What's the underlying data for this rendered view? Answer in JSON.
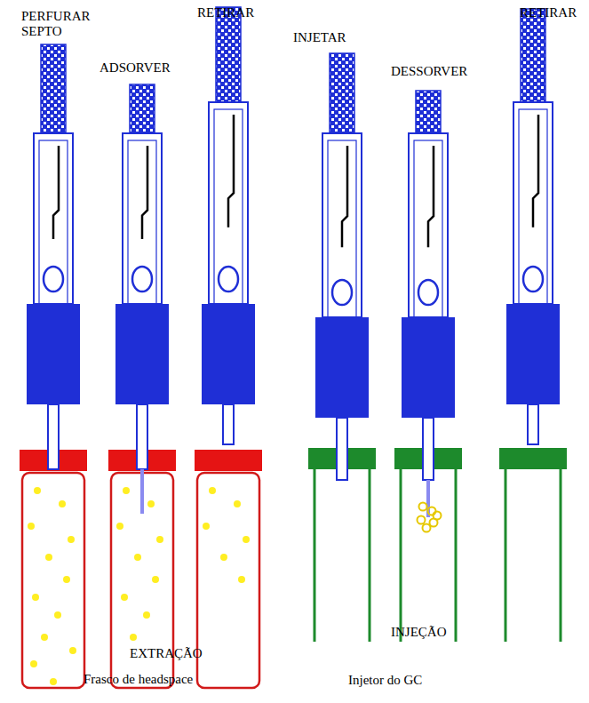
{
  "diagram": {
    "labels": [
      "PERFURAR SEPTO",
      "ADSORVER",
      "RETIRAR",
      "INJETAR",
      "DESSORVER",
      "RETIRAR",
      "INJEÇÃO",
      "EXTRAÇÃO",
      "Frasco de headspace",
      "Injetor do GC"
    ]
  }
}
